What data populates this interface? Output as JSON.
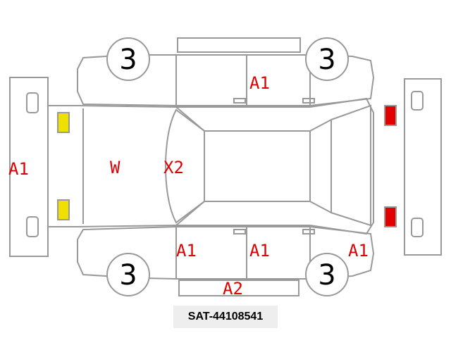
{
  "marks": {
    "left_side": "A1",
    "roof": "W",
    "hood": "X2",
    "right_upper_door": "A1",
    "left_front_door": "A1",
    "left_rear_door": "A1",
    "rear_left_quarter": "A1",
    "left_rocker": "A2"
  },
  "tires": {
    "top_left": "3",
    "top_right": "3",
    "bottom_left": "3",
    "bottom_right": "3"
  },
  "caption": "SAT-44108541",
  "colors": {
    "outline": "#999999",
    "mark": "#e00000",
    "front_lights": "#f0e000",
    "rear_lights": "#e00000"
  }
}
